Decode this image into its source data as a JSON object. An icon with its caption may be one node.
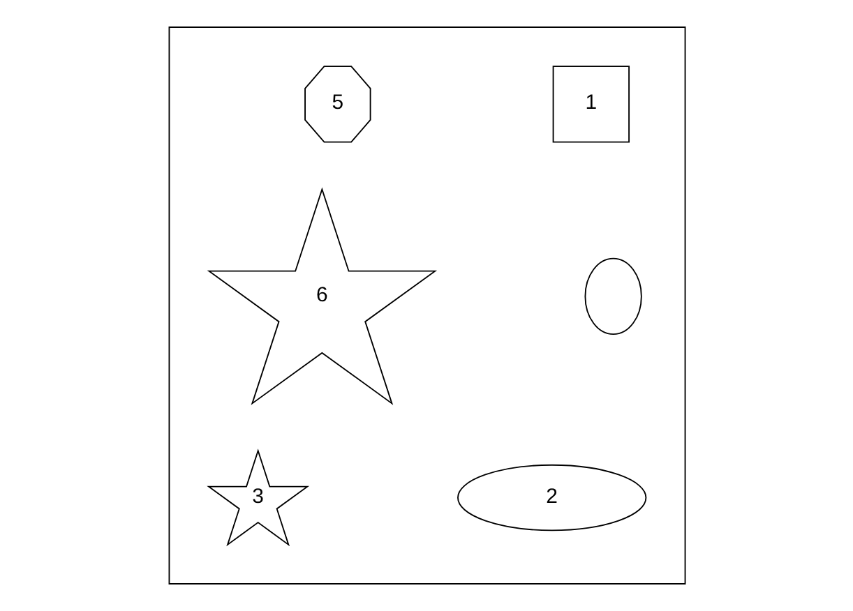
{
  "diagram": {
    "nodes": [
      {
        "text": [],
        "shape": "box"
      },
      {
        "text": [
          "5"
        ],
        "in": 0
      },
      {
        "text": [
          "1"
        ],
        "in": 0
      },
      {
        "text": [
          "6"
        ],
        "in": 0
      },
      {
        "text": [],
        "shape": "ellipse",
        "in": 0
      },
      {
        "text": [
          "3"
        ],
        "in": 0
      },
      {
        "text": [
          "2"
        ],
        "in": 0
      }
    ]
  }
}
